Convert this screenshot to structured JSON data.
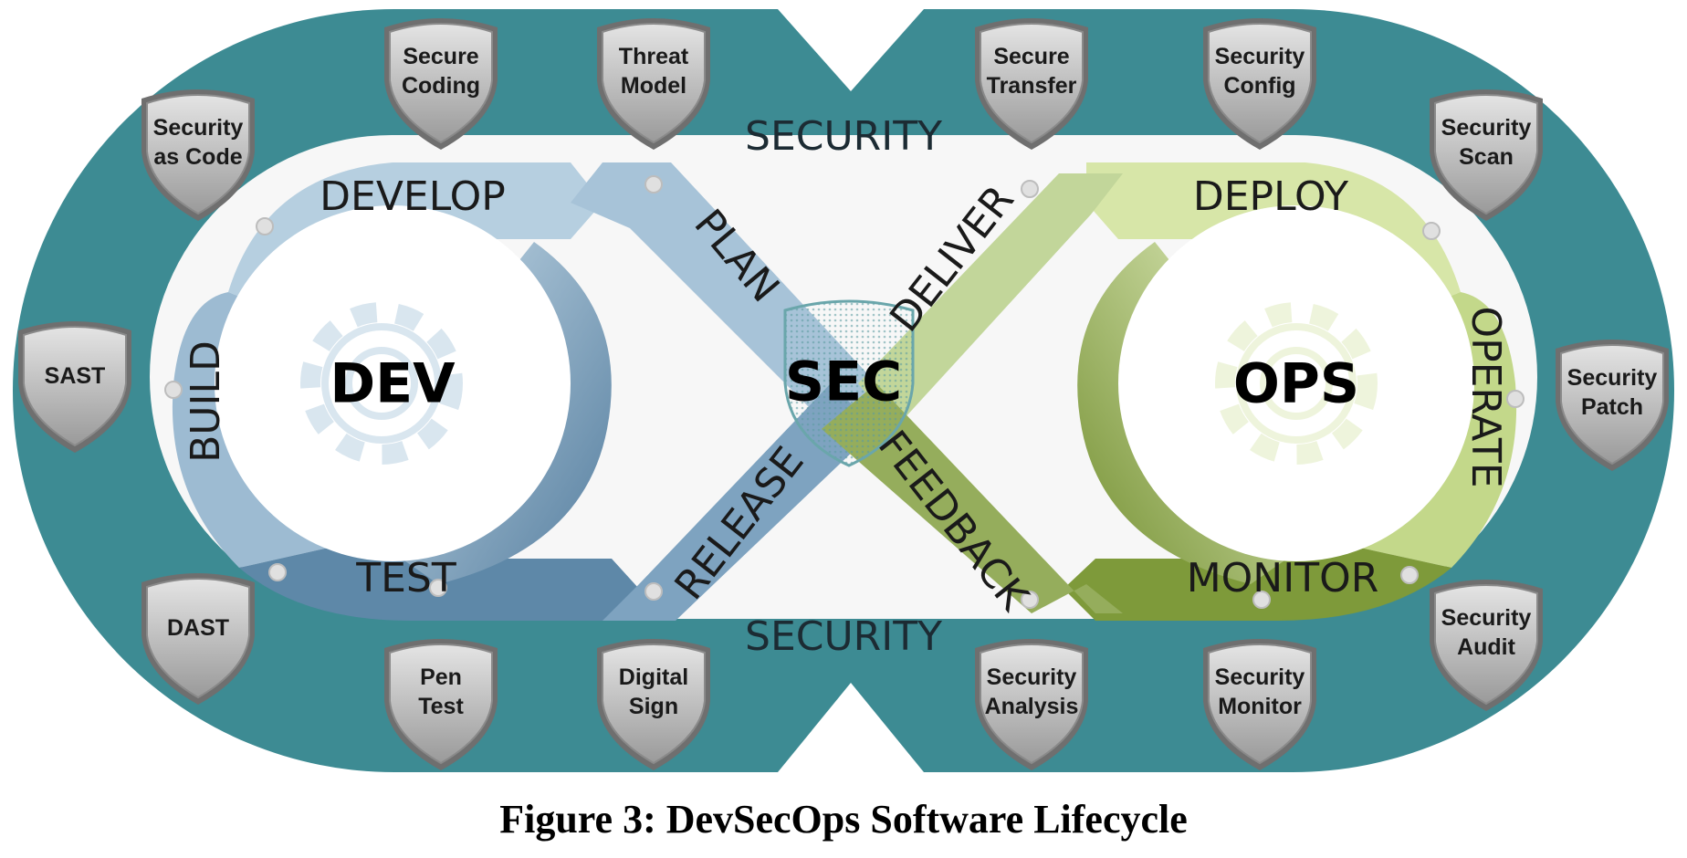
{
  "colors": {
    "teal_band": "#3d8b93",
    "dev_light": "#b6cfe0",
    "dev_dark": "#5e88a8",
    "ops_light": "#d7e6a8",
    "ops_dark": "#7e9a3a",
    "shield": "#c9c9c9"
  },
  "band": {
    "top_label": "SECURITY",
    "bottom_label": "SECURITY"
  },
  "hubs": {
    "dev": "DEV",
    "sec": "SEC",
    "ops": "OPS"
  },
  "phases": {
    "develop": "DEVELOP",
    "plan": "PLAN",
    "build": "BUILD",
    "test": "TEST",
    "release": "RELEASE",
    "deliver": "DELIVER",
    "deploy": "DEPLOY",
    "operate": "OPERATE",
    "monitor": "MONITOR",
    "feedback": "FEEDBACK"
  },
  "shields": {
    "secure_coding": [
      "Secure",
      "Coding"
    ],
    "threat_model": [
      "Threat",
      "Model"
    ],
    "security_as_code": [
      "Security",
      "as Code"
    ],
    "sast": [
      "SAST"
    ],
    "dast": [
      "DAST"
    ],
    "pen_test": [
      "Pen",
      "Test"
    ],
    "digital_sign": [
      "Digital",
      "Sign"
    ],
    "secure_transfer": [
      "Secure",
      "Transfer"
    ],
    "security_config": [
      "Security",
      "Config"
    ],
    "security_scan": [
      "Security",
      "Scan"
    ],
    "security_patch": [
      "Security",
      "Patch"
    ],
    "security_audit": [
      "Security",
      "Audit"
    ],
    "security_monitor": [
      "Security",
      "Monitor"
    ],
    "security_analysis": [
      "Security",
      "Analysis"
    ]
  },
  "caption": "Figure 3: DevSecOps Software Lifecycle"
}
